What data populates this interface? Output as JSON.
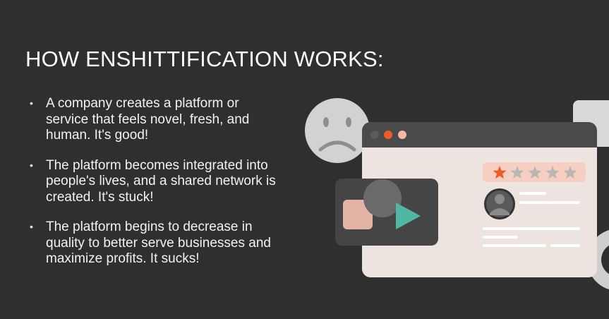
{
  "title": "HOW ENSHITTIFICATION WORKS:",
  "bullets": [
    "A company creates a platform or service that feels novel, fresh, and human. It's good!",
    "The platform becomes integrated into people's lives, and a shared network is created. It's stuck!",
    "The platform begins to decrease in quality to better serve businesses and maximize profits. It sucks!"
  ],
  "rating": {
    "filled": 1,
    "total": 5
  },
  "colors": {
    "background": "#2f2f2f",
    "window_bar": "#4a4a4a",
    "window_body": "#ede4df",
    "star_filled": "#ef5a2a",
    "star_empty": "#b9b6b6",
    "play": "#4fb7a4"
  },
  "icons": [
    "sad-face-icon",
    "star-icon",
    "user-avatar-icon",
    "play-icon"
  ]
}
